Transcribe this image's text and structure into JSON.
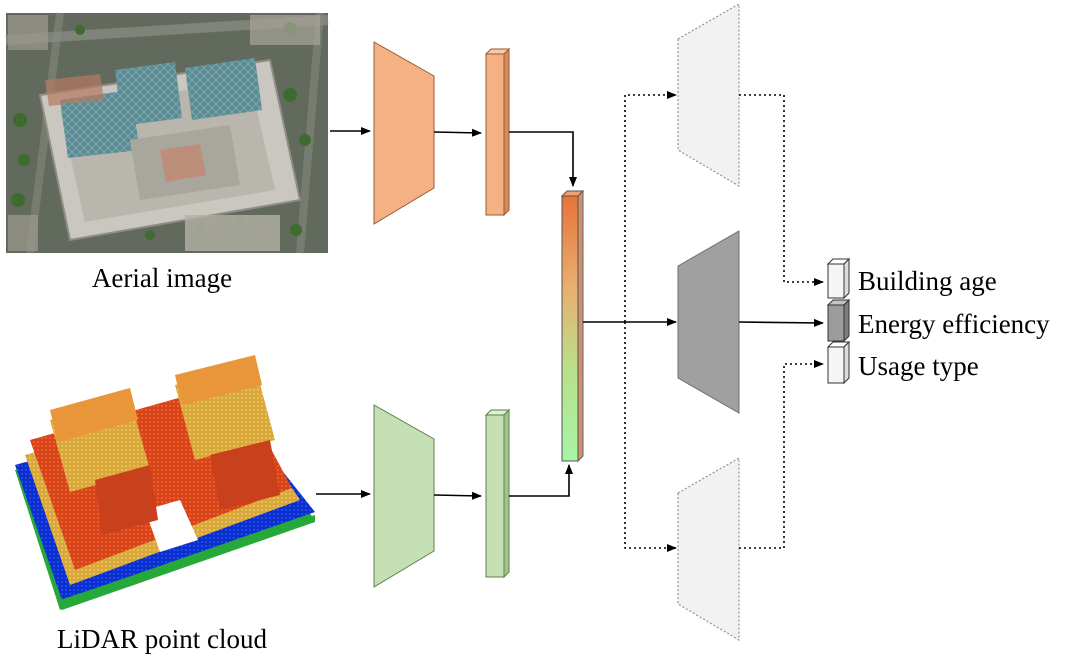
{
  "inputs": {
    "aerial_label": "Aerial image",
    "lidar_label": "LiDAR point cloud"
  },
  "outputs": [
    {
      "label": "Building age",
      "fill": "#f5f5f5",
      "active": false
    },
    {
      "label": "Energy efficiency",
      "fill": "#9c9c9c",
      "active": true
    },
    {
      "label": "Usage type",
      "fill": "#f5f5f5",
      "active": false
    }
  ],
  "colors": {
    "aerial_branch": "#f4b183",
    "aerial_branch_stroke": "#b06a3a",
    "lidar_branch": "#c5e0b4",
    "lidar_branch_stroke": "#5e7f4a",
    "fused_top": "#e87a3a",
    "fused_bottom": "#a8f5a8",
    "active_decoder": "#a0a0a0",
    "inactive_decoder": "#f2f2f2",
    "inactive_stroke": "#999999"
  }
}
